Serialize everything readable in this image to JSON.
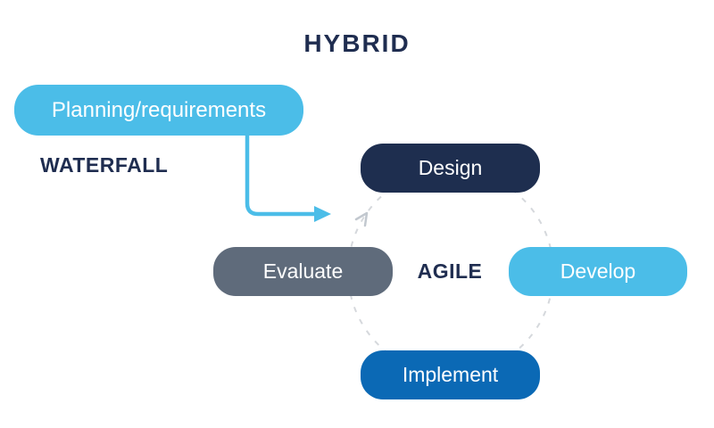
{
  "title": "HYBRID",
  "sections": {
    "waterfall_label": "WATERFALL",
    "agile_label": "AGILE"
  },
  "waterfall": {
    "box": {
      "label": "Planning/requirements",
      "color": "#4bbde8",
      "text_color": "#ffffff"
    },
    "connector_arrow_color": "#4bbde8"
  },
  "agile_cycle": {
    "direction": "clockwise",
    "ring_style": "dashed",
    "ring_color": "#d5d8dc",
    "ring_arrow_color": "#c2c8cf",
    "steps": [
      {
        "label": "Design",
        "color": "#1e2e4f",
        "position": "top"
      },
      {
        "label": "Develop",
        "color": "#4bbde8",
        "position": "right"
      },
      {
        "label": "Implement",
        "color": "#0b69b5",
        "position": "bottom"
      },
      {
        "label": "Evaluate",
        "color": "#5f6b7b",
        "position": "left"
      }
    ]
  },
  "colors": {
    "background": "#ffffff",
    "heading_text": "#1f2d50"
  }
}
